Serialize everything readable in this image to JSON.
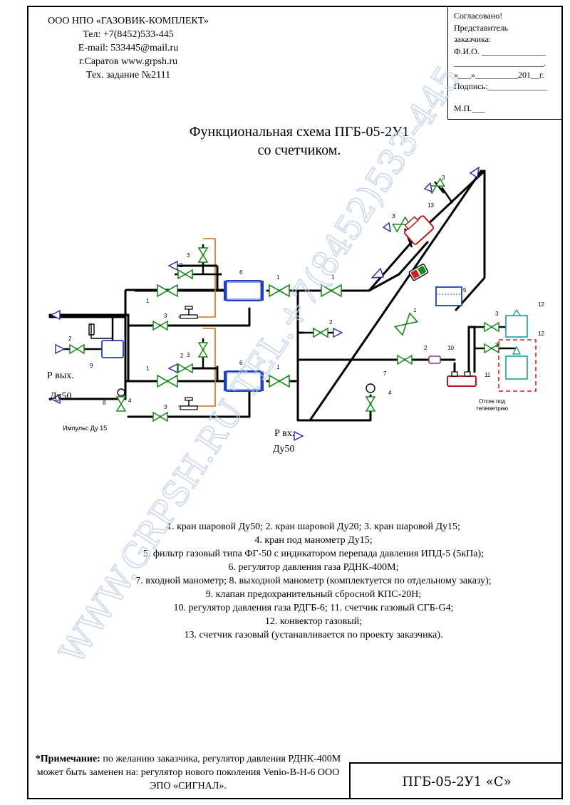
{
  "company": {
    "name": "ООО НПО «ГАЗОВИК-КОМПЛЕКТ»",
    "phone": "Тел: +7(8452)533-445",
    "email": "E-mail: 533445@mail.ru",
    "city_site": "г.Саратов  www.grpsh.ru",
    "task": "Тех. задание №2111"
  },
  "approval": {
    "lines": [
      "Согласовано!",
      "Представитель",
      "заказчика:",
      "Ф.И.О. _______________",
      "_____________________.",
      "«___»__________201__г.",
      "Подпись:______________"
    ],
    "seal": "М.П.___"
  },
  "title": {
    "line1": "Функциональная схема ПГБ-05-2У1",
    "line2": "со счетчиком."
  },
  "diagram": {
    "outlet_label": "Р вых.",
    "outlet_dn": "Ду50",
    "inlet_label": "Р вх.",
    "inlet_dn": "Ду50",
    "impulse_label": "Импульс Ду 15",
    "telemetry_line1": "Отсек под",
    "telemetry_line2": "телеметрию",
    "colors": {
      "valve": "#1a8a1a",
      "pipe": "#000000",
      "regulator": "#1f3fbf",
      "filter": "#1f3fbf",
      "meter": "#c01818",
      "impulse": "#c8731e",
      "convector": "#1aa0a0",
      "arrow": "#2a2aa0",
      "telemetry_box": "#cc2222"
    },
    "callouts": [
      "1",
      "1",
      "1",
      "1",
      "1",
      "1",
      "2",
      "2",
      "2",
      "2",
      "2",
      "3",
      "3",
      "3",
      "3",
      "3",
      "3",
      "3",
      "3",
      "4",
      "4",
      "5",
      "6",
      "6",
      "7",
      "8",
      "9",
      "10",
      "11",
      "12",
      "12",
      "13"
    ]
  },
  "legend": {
    "lines": [
      "1. кран шаровой Ду50; 2. кран шаровой Ду20; 3. кран шаровой Ду15;",
      "4. кран под манометр Ду15;",
      "5. фильтр газовый типа ФГ-50 с индикатором перепада давления ИПД-5 (5кПа);",
      "6. регулятор давления газа РДНК-400М;",
      "7. входной манометр; 8. выходной манометр (комплектуется по отдельному заказу);",
      "9. клапан предохранительный сбросной КПС-20Н;",
      "10. регулятор давления газа РДГБ-6; 11. счетчик газовый СГБ-G4;",
      "12. конвектор газовый;",
      "13. счетчик газовый (устанавливается по проекту заказчика)."
    ]
  },
  "note": {
    "bold": "*Примечание:",
    "text": " по желанию заказчика, регулятор давления РДНК-400М может быть заменен на: регулятор нового поколения Venio-В-Н-6 ООО ЭПО «СИГНАЛ»."
  },
  "stamp": {
    "text": "ПГБ-05-2У1 «С»"
  },
  "watermark": {
    "text": "WWW.GRPSH.RU TEL.+7(8452)533-445",
    "color": "#b9cde8"
  }
}
